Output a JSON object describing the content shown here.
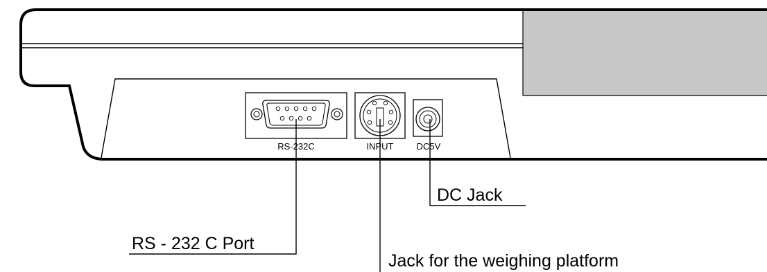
{
  "port_labels": {
    "rs232": "RS-232C",
    "input": "INPUT",
    "dc": "DC5V"
  },
  "callouts": {
    "dc_jack": "DC Jack",
    "rs232_port": "RS - 232 C Port",
    "weighing_jack": "Jack for the weighing platform"
  },
  "colors": {
    "outline": "#000000",
    "display_panel": "#c8c8c8",
    "background": "#ffffff"
  }
}
